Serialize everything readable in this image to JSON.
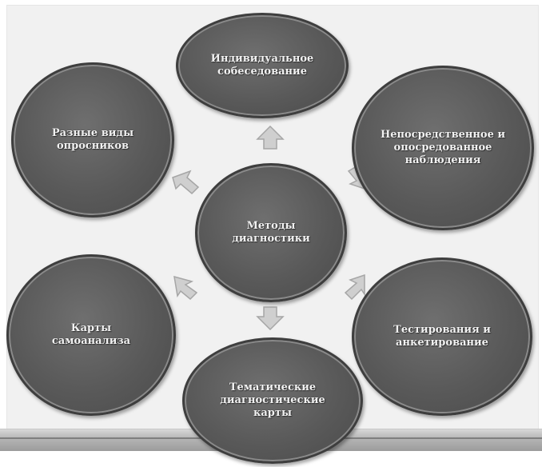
{
  "center": {
    "label": "Методы диагностики"
  },
  "nodes": {
    "top": "Индивидуальное собеседование",
    "top_left": "Разные виды опросников",
    "top_right": "Непосредственное и опосредованное наблюдения",
    "bottom_left": "Карты самоанализа",
    "bottom_right": "Тестирования и анкетирование",
    "bottom": "Тематические диагностические карты"
  }
}
